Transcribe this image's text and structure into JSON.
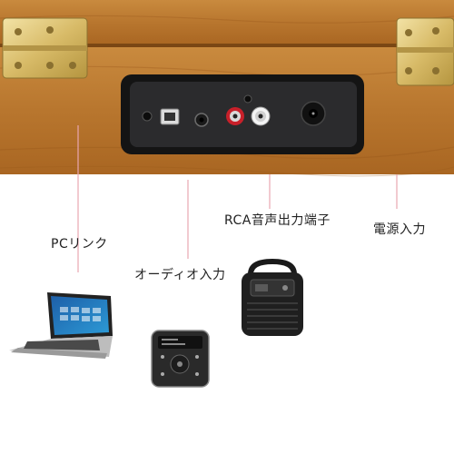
{
  "labels": {
    "rca_output": "RCA音声出力端子",
    "power_input": "電源入力",
    "pc_link": "PCリンク",
    "audio_input": "オーディオ入力"
  },
  "colors": {
    "wood": "#b8762e",
    "panel": "#2b2b2d",
    "rca_red": "#c8202a",
    "rca_white": "#f4f4f4",
    "leader_line": "#e9a6b1",
    "brass": "#d9c27a"
  }
}
